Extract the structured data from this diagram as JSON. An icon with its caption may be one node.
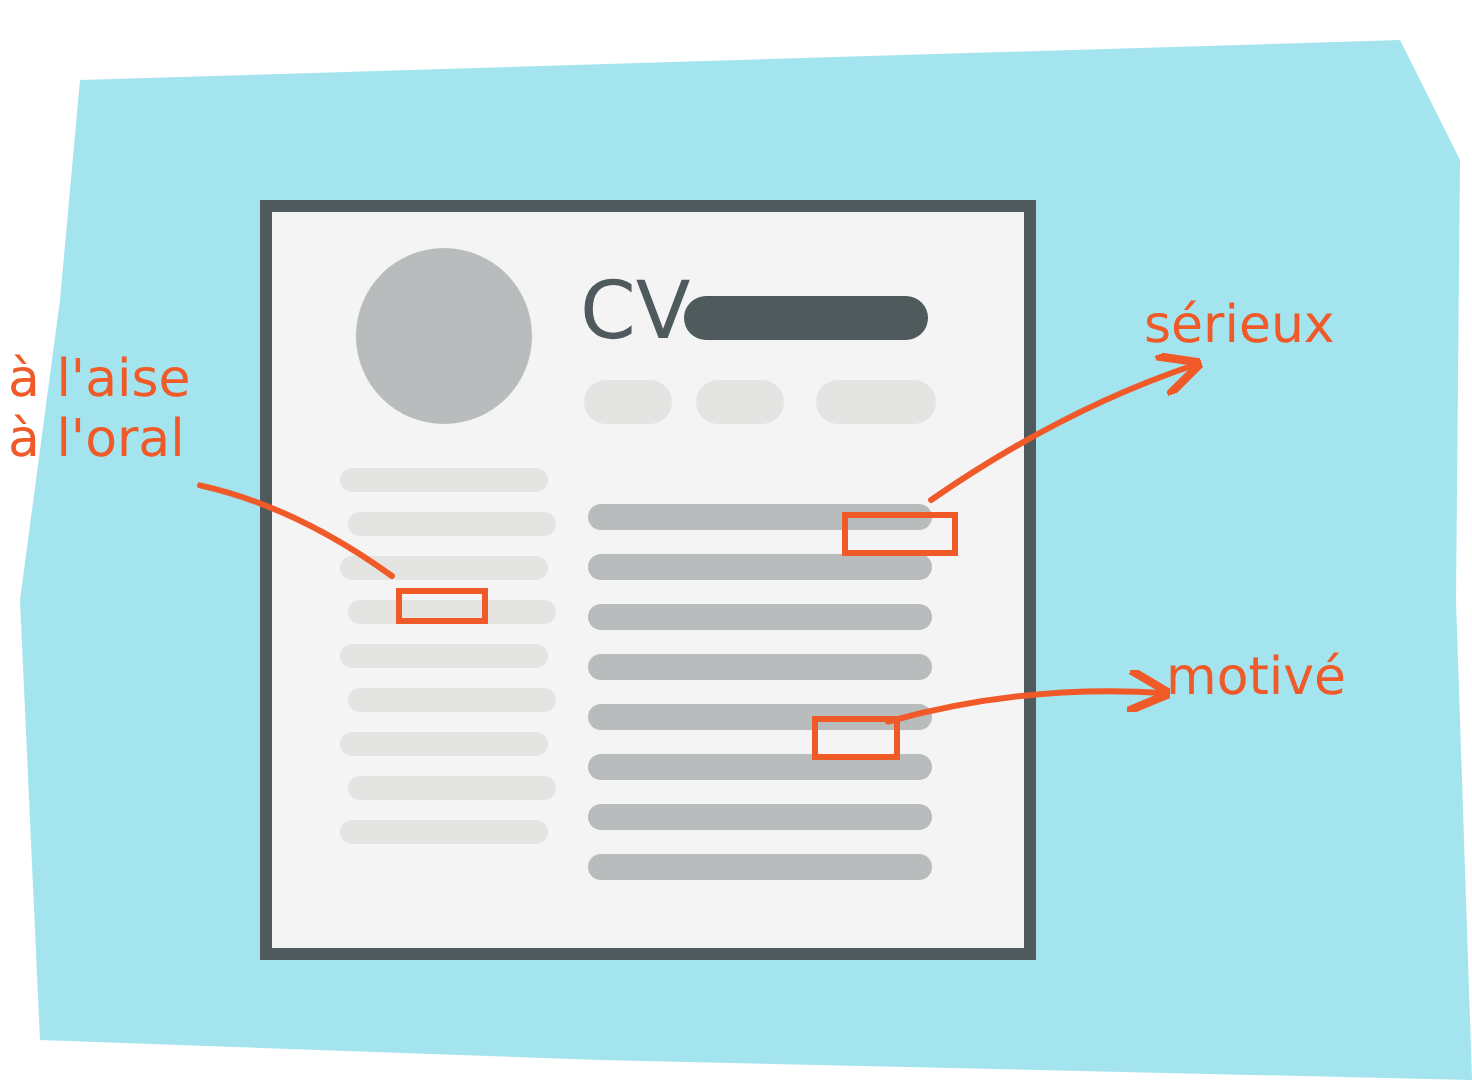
{
  "diagram": {
    "nodes": [
      {
        "text": [
          "CV"
        ]
      },
      {
        "text": [
          "à l'aise à l'oral"
        ]
      },
      {
        "text": [],
        "shape": "box",
        "in": 0
      },
      {
        "text": [
          "sérieux"
        ]
      },
      {
        "text": [],
        "shape": "box",
        "in": 0
      },
      {
        "text": [
          "motivé"
        ]
      },
      {
        "text": [],
        "shape": "box",
        "in": 0
      }
    ],
    "edges": [
      {
        "from": 1,
        "to": 2,
        "arrow": "none"
      },
      {
        "from": 4,
        "to": 3,
        "arrow": "to"
      },
      {
        "from": 6,
        "to": 5,
        "arrow": "to"
      }
    ]
  }
}
